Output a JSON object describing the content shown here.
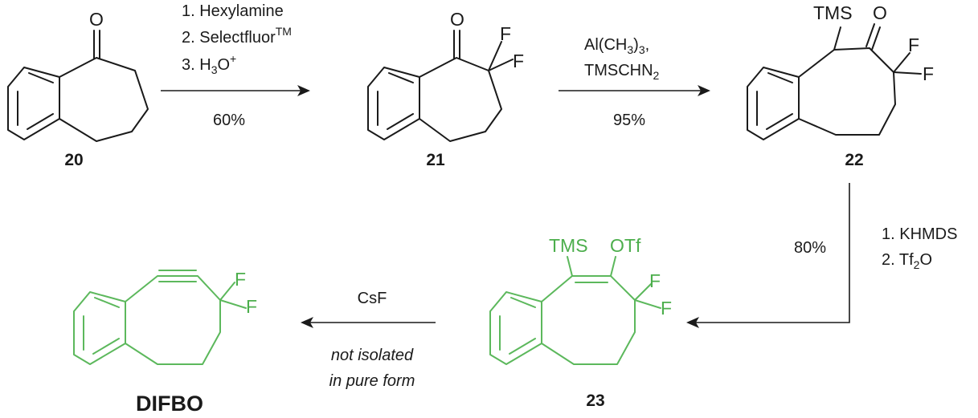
{
  "compounds": {
    "c20": {
      "label": "20"
    },
    "c21": {
      "label": "21"
    },
    "c22": {
      "label": "22"
    },
    "c23": {
      "label": "23"
    },
    "difbo": {
      "label": "DIFBO"
    }
  },
  "atoms": {
    "O": "O",
    "F": "F",
    "TMS": "TMS",
    "OTf": "OTf"
  },
  "steps": {
    "step1": {
      "line1": "1. Hexylamine",
      "line2": "2. Selectfluor",
      "line2_sup": "TM",
      "line3_prefix": "3. H",
      "line3_sub": "3",
      "line3_mid": "O",
      "line3_sup": "+",
      "yield": "60%"
    },
    "step2": {
      "line1_prefix": "Al(CH",
      "line1_sub": "3",
      "line1_mid": ")",
      "line1_sub2": "3",
      "line1_suffix": ",",
      "line2_prefix": "TMSCHN",
      "line2_sub": "2",
      "yield": "95%"
    },
    "step3": {
      "line1": "1. KHMDS",
      "line2_prefix": "2. Tf",
      "line2_sub": "2",
      "line2_suffix": "O",
      "yield": "80%"
    },
    "step4": {
      "reagent": "CsF",
      "note_line1": "not isolated",
      "note_line2": "in pure form"
    }
  },
  "colors": {
    "bond": "#1a1a1a",
    "highlight": "#5cb85c"
  }
}
